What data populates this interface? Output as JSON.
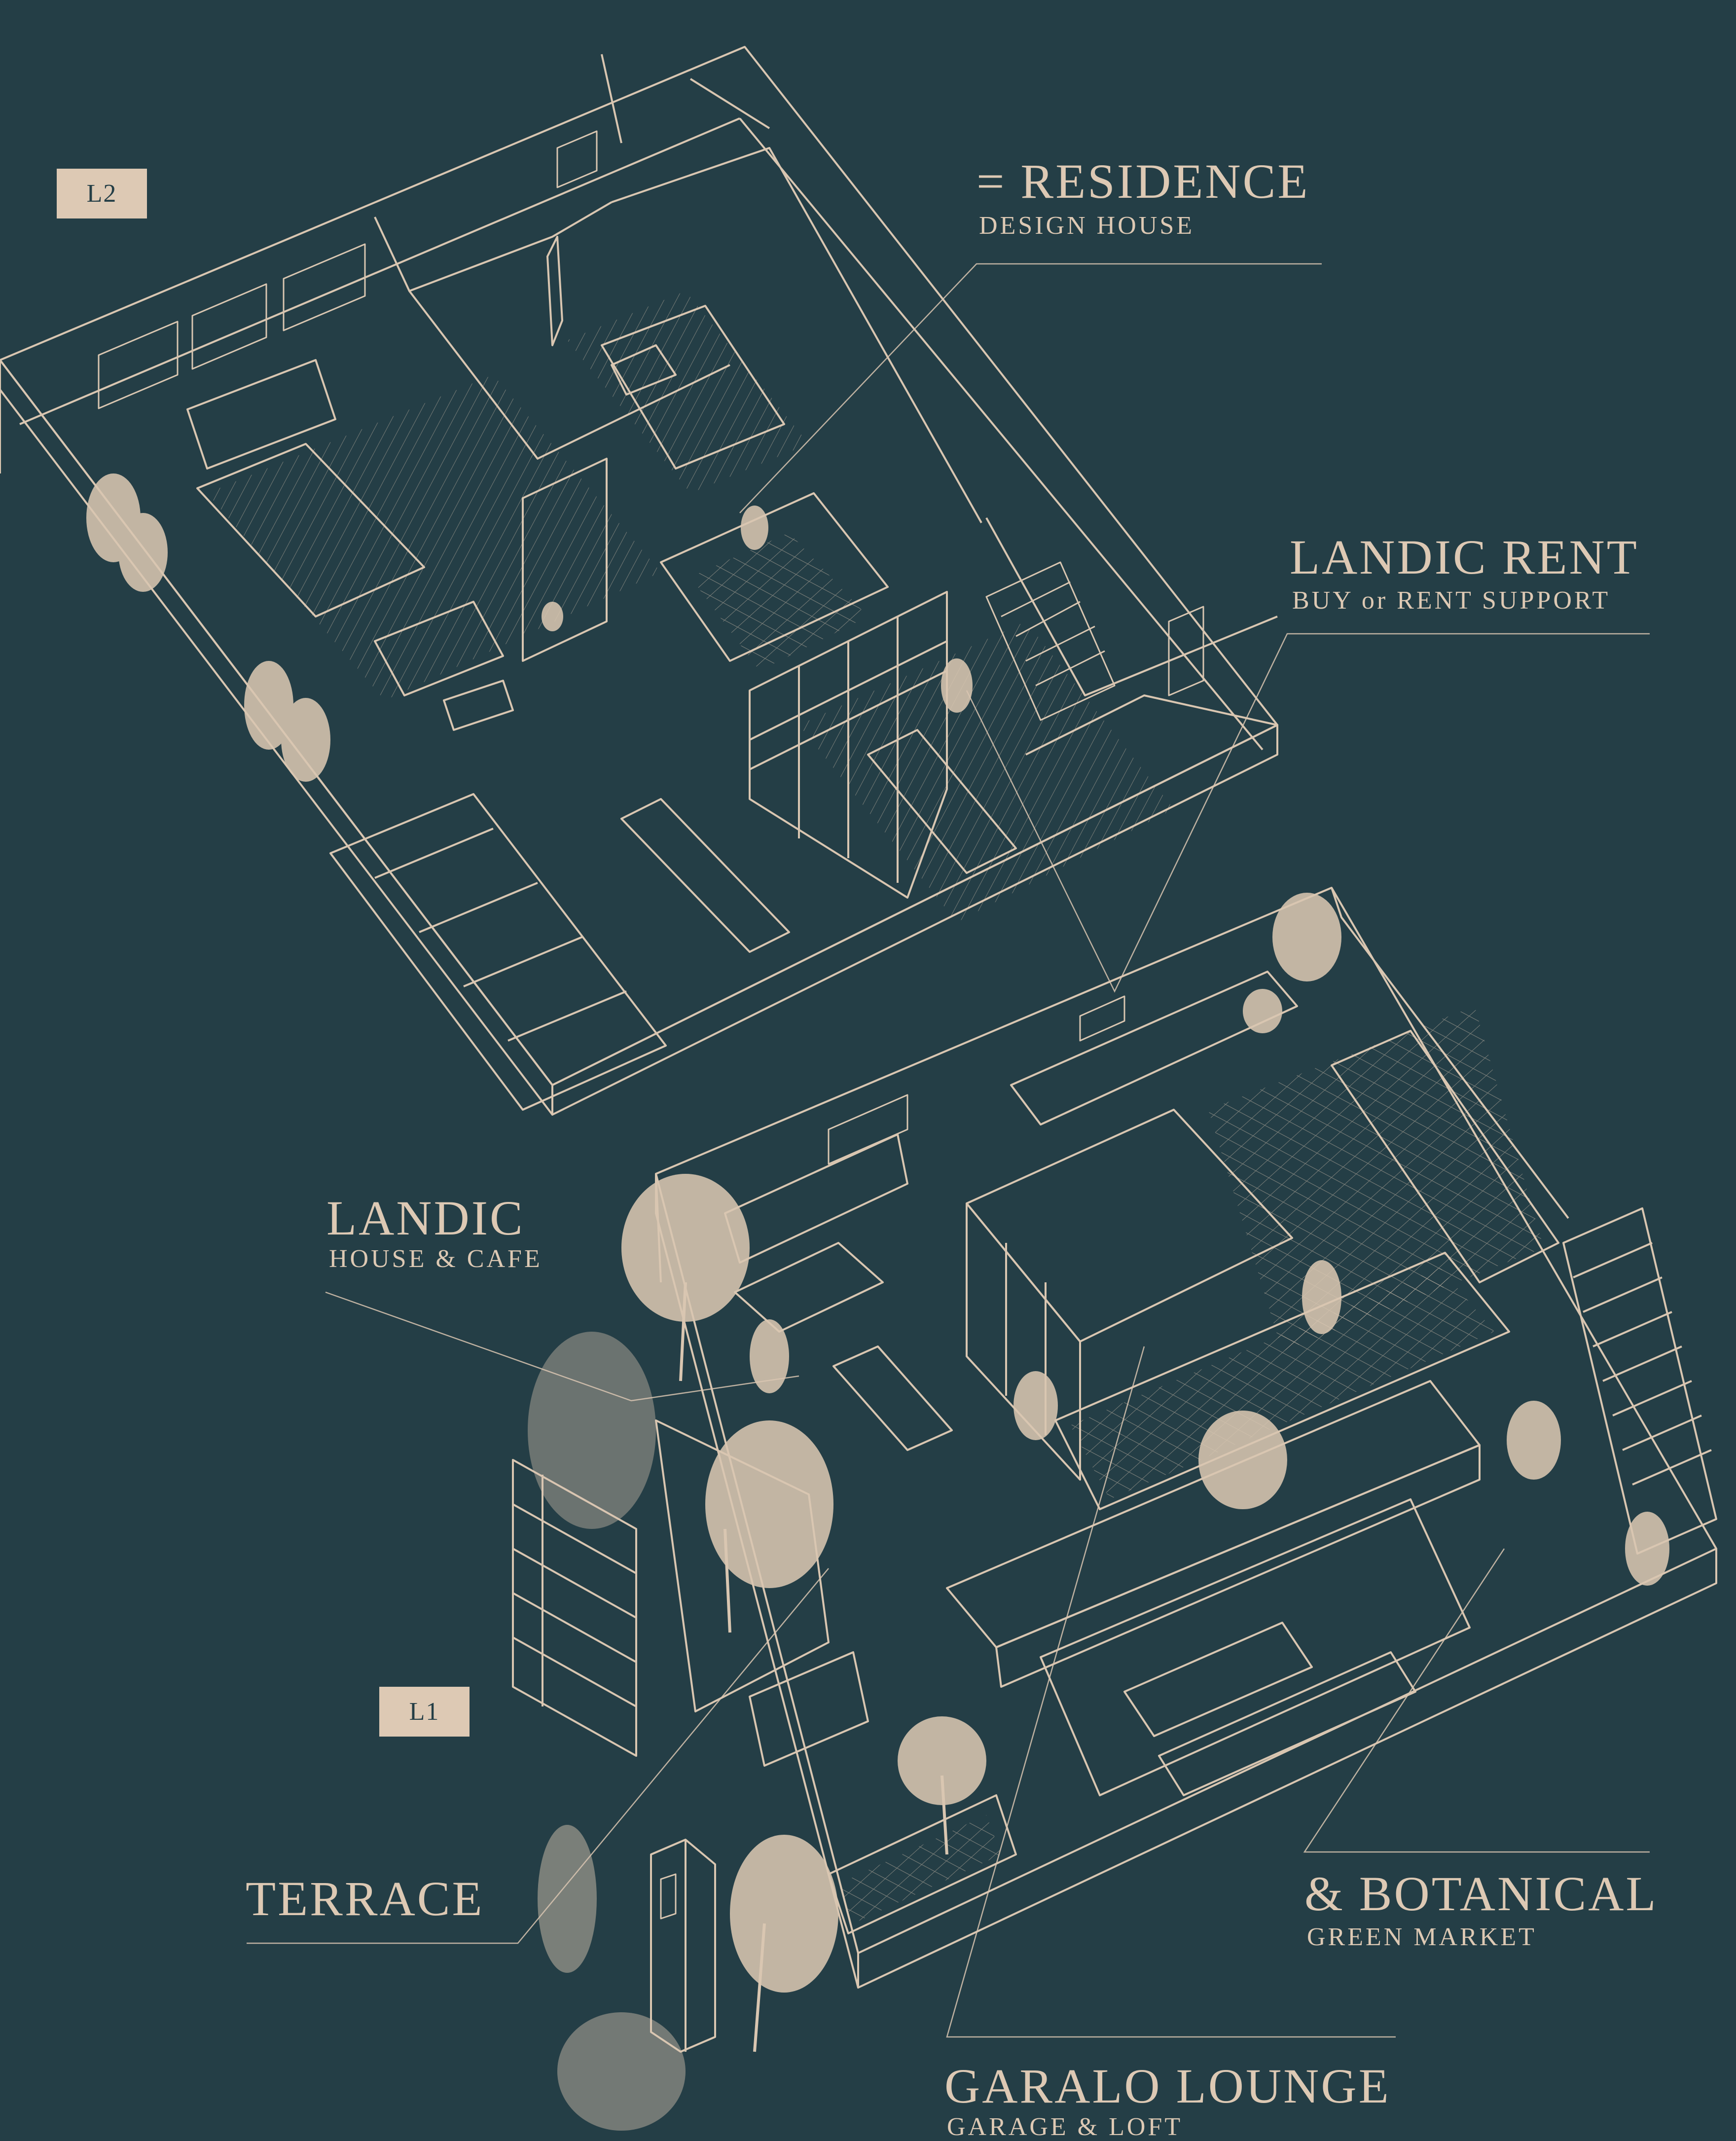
{
  "levels": {
    "upper": "L2",
    "lower": "L1"
  },
  "callouts": {
    "residence": {
      "title": "= RESIDENCE",
      "subtitle": "DESIGN HOUSE"
    },
    "rent": {
      "title": "LANDIC RENT",
      "subtitle": "BUY or RENT SUPPORT"
    },
    "cafe": {
      "title": "LANDIC",
      "subtitle": "HOUSE & CAFE"
    },
    "terrace": {
      "title": "TERRACE"
    },
    "botanical": {
      "title": "& BOTANICAL",
      "subtitle": "GREEN MARKET"
    },
    "lounge": {
      "title": "GARALO LOUNGE",
      "subtitle": "GARAGE & LOFT"
    }
  },
  "colors": {
    "background": "#243e46",
    "line": "#d9c6b1",
    "accent": "#ddc9b4"
  }
}
